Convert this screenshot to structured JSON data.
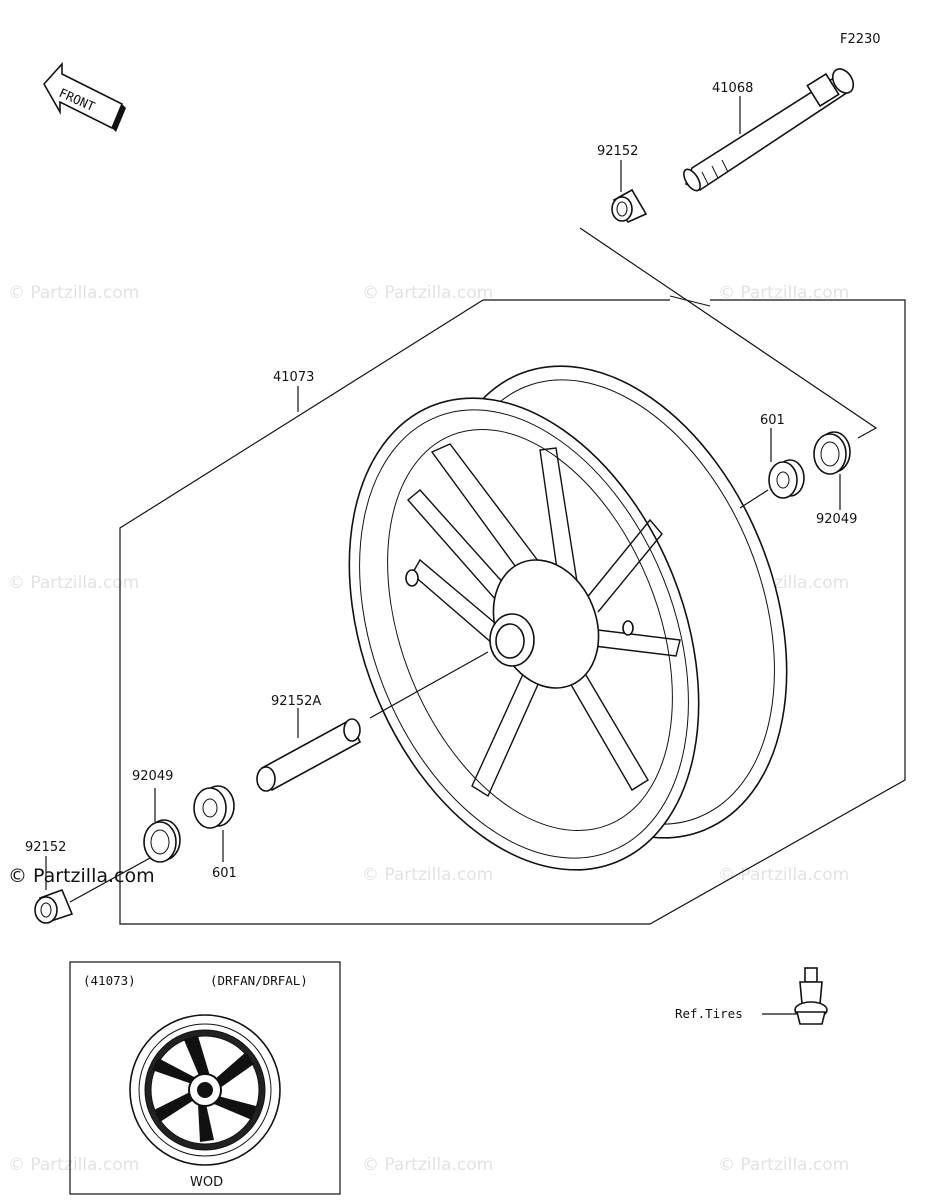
{
  "diagram_code": "F2230",
  "front_arrow_label": "FRONT",
  "parts": {
    "axle": "41068",
    "collar_top": "92152",
    "wheel": "41073",
    "bearing_right": "601",
    "seal_right": "92049",
    "spacer": "92152A",
    "seal_left": "92049",
    "collar_left": "92152",
    "bearing_left": "601"
  },
  "inset": {
    "part_ref": "(41073)",
    "variant": "(DRFAN/DRFAL)",
    "caption": "WOD"
  },
  "valve_ref": "Ref.Tires",
  "watermark": "© Partzilla.com"
}
